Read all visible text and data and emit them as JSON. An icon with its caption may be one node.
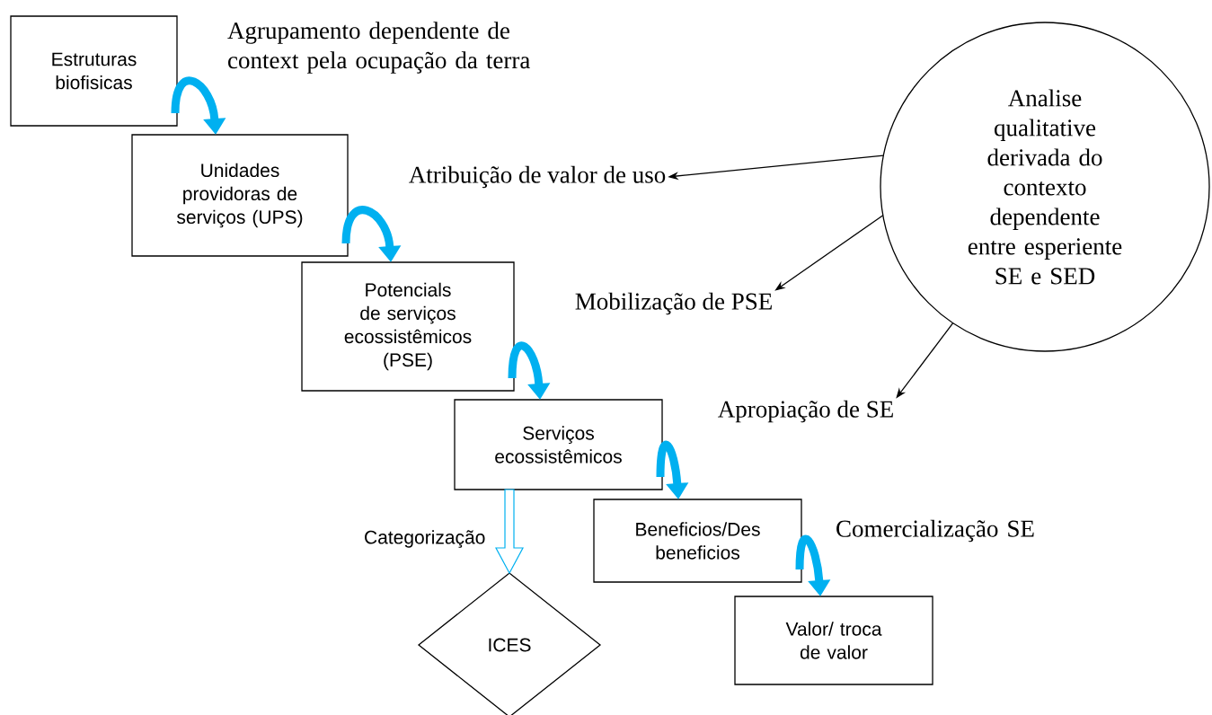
{
  "diagram": {
    "nodes": [
      {
        "text": [
          "Estruturas biofisicas"
        ]
      },
      {
        "text": [
          "Unidades providoras de serviços (UPS)"
        ]
      },
      {
        "text": [
          "Potencials de serviços ecossistêmicos (PSE)"
        ]
      },
      {
        "text": [
          "Serviços ecossistêmicos"
        ]
      },
      {
        "text": [
          "Beneficios/Des beneficios"
        ]
      },
      {
        "text": [
          "Valor/ troca de valor"
        ]
      },
      {
        "text": [
          "ICES"
        ]
      },
      {
        "text": [
          "Analise qualitative derivada do contexto dependente entre esperiente SE e SED"
        ]
      },
      {
        "text": [
          "Atribuição de valor de uso"
        ]
      },
      {
        "text": [
          "Mobilização de PSE"
        ]
      },
      {
        "text": [
          "Apropiação de SE"
        ]
      }
    ],
    "edges": [
      {
        "from": 0,
        "to": 1,
        "arrow": "to",
        "label": "Agrupamento dependente de context pela ocupação da terra"
      },
      {
        "from": 1,
        "to": 2,
        "arrow": "to"
      },
      {
        "from": 2,
        "to": 3,
        "arrow": "to"
      },
      {
        "from": 3,
        "to": 4,
        "arrow": "to"
      },
      {
        "from": 4,
        "to": 5,
        "arrow": "to",
        "label": "Comercialização SE"
      },
      {
        "from": 3,
        "to": 6,
        "arrow": "to",
        "label": "Categorização"
      },
      {
        "from": 7,
        "to": 8,
        "arrow": "to",
        "color": "#000000"
      },
      {
        "from": 7,
        "to": 9,
        "arrow": "to",
        "color": "#000000"
      },
      {
        "from": 7,
        "to": 10,
        "arrow": "to",
        "color": "#000000"
      }
    ]
  }
}
